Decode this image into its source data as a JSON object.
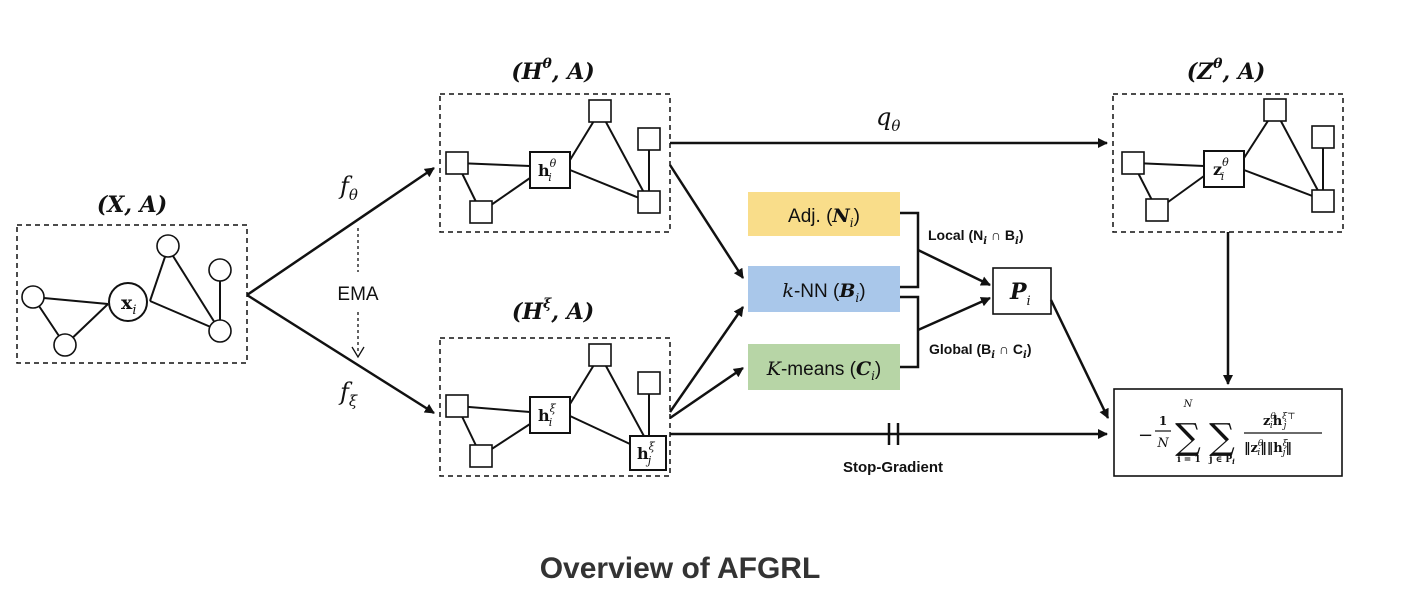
{
  "caption": "Overview of AFGRL",
  "colors": {
    "adj_box": "#f9dd8a",
    "knn_box": "#a9c7ea",
    "kmeans_box": "#b7d5a6",
    "stroke": "#111111"
  },
  "input_graph": {
    "title": "(X, A)",
    "center_node": "x",
    "center_sub": "i"
  },
  "online_graph": {
    "title": "(H",
    "title_sup": "θ",
    "title_end": ", A)",
    "node": "h",
    "node_sup": "θ",
    "node_sub": "i"
  },
  "target_graph": {
    "title": "(H",
    "title_sup": "ξ",
    "title_end": ", A)",
    "node_i": "h",
    "node_i_sup": "ξ",
    "node_i_sub": "i",
    "node_j": "h",
    "node_j_sup": "ξ",
    "node_j_sub": "j"
  },
  "predictor_graph": {
    "title": "(Z",
    "title_sup": "θ",
    "title_end": ", A)",
    "node": "z",
    "node_sup": "θ",
    "node_sub": "i"
  },
  "arrows": {
    "f_theta": "f",
    "f_theta_sub": "θ",
    "f_xi": "f",
    "f_xi_sub": "ξ",
    "ema": "EMA",
    "q_theta": "q",
    "q_theta_sub": "θ",
    "stop_gradient": "Stop-Gradient"
  },
  "neighbor_boxes": {
    "adj": {
      "prefix": "Adj. (",
      "sym": "N",
      "sub": "i",
      "suffix": ")"
    },
    "knn": {
      "prefix": "k",
      "mid": "-NN (",
      "sym": "B",
      "sub": "i",
      "suffix": ")"
    },
    "kmeans": {
      "prefix": "K",
      "mid": "-means (",
      "sym": "C",
      "sub": "i",
      "suffix": ")"
    }
  },
  "combine": {
    "local": "Local (N",
    "local_sub1": "i",
    "local_mid": " ∩ B",
    "local_sub2": "i",
    "local_end": ")",
    "global": "Global (B",
    "global_sub1": "i",
    "global_mid": " ∩ C",
    "global_sub2": "i",
    "global_end": ")",
    "positive": "P",
    "positive_sub": "i"
  },
  "loss": {
    "minus": "−",
    "one": "1",
    "N": "N",
    "sum1_top": "N",
    "sum1_bottom": "i = 1",
    "sum2_bottom": "j ∈ P",
    "sum2_bottom_sub": "i",
    "numerator": "z",
    "denominator": "‖z"
  }
}
